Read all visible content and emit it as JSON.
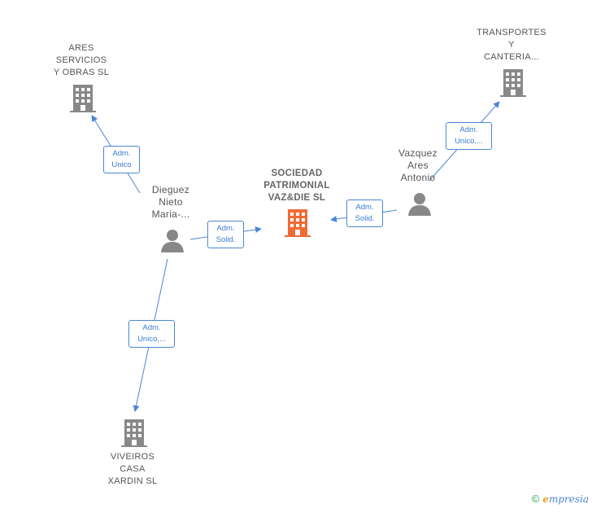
{
  "nodes": {
    "center": {
      "label": "SOCIEDAD\nPATRIMONIAL\nVAZ&DIE  SL",
      "type": "company-main"
    },
    "ares": {
      "label": "ARES\nSERVICIOS\nY OBRAS SL",
      "type": "company"
    },
    "transportes": {
      "label": "TRANSPORTES\nY\nCANTERIA...",
      "type": "company"
    },
    "viveiros": {
      "label": "VIVEIROS\nCASA\nXARDIN  SL",
      "type": "company"
    },
    "dieguez": {
      "label": "Dieguez\nNieto\nMaria-...",
      "type": "person"
    },
    "vazquez": {
      "label": "Vazquez\nAres\nAntonio",
      "type": "person"
    }
  },
  "edges": {
    "dieguez_ares": "Adm.\nUnico",
    "dieguez_center": "Adm.\nSolid.",
    "dieguez_viveiros": "Adm.\nUnico,...",
    "vazquez_center": "Adm.\nSolid.",
    "vazquez_transportes": "Adm.\nUnico,..."
  },
  "colors": {
    "main_company": "#f06a35",
    "company": "#888888",
    "person": "#888888",
    "edge": "#4a86d4"
  },
  "footer": {
    "copyright": "©",
    "brand_first": "e",
    "brand_rest": "mpresia"
  }
}
